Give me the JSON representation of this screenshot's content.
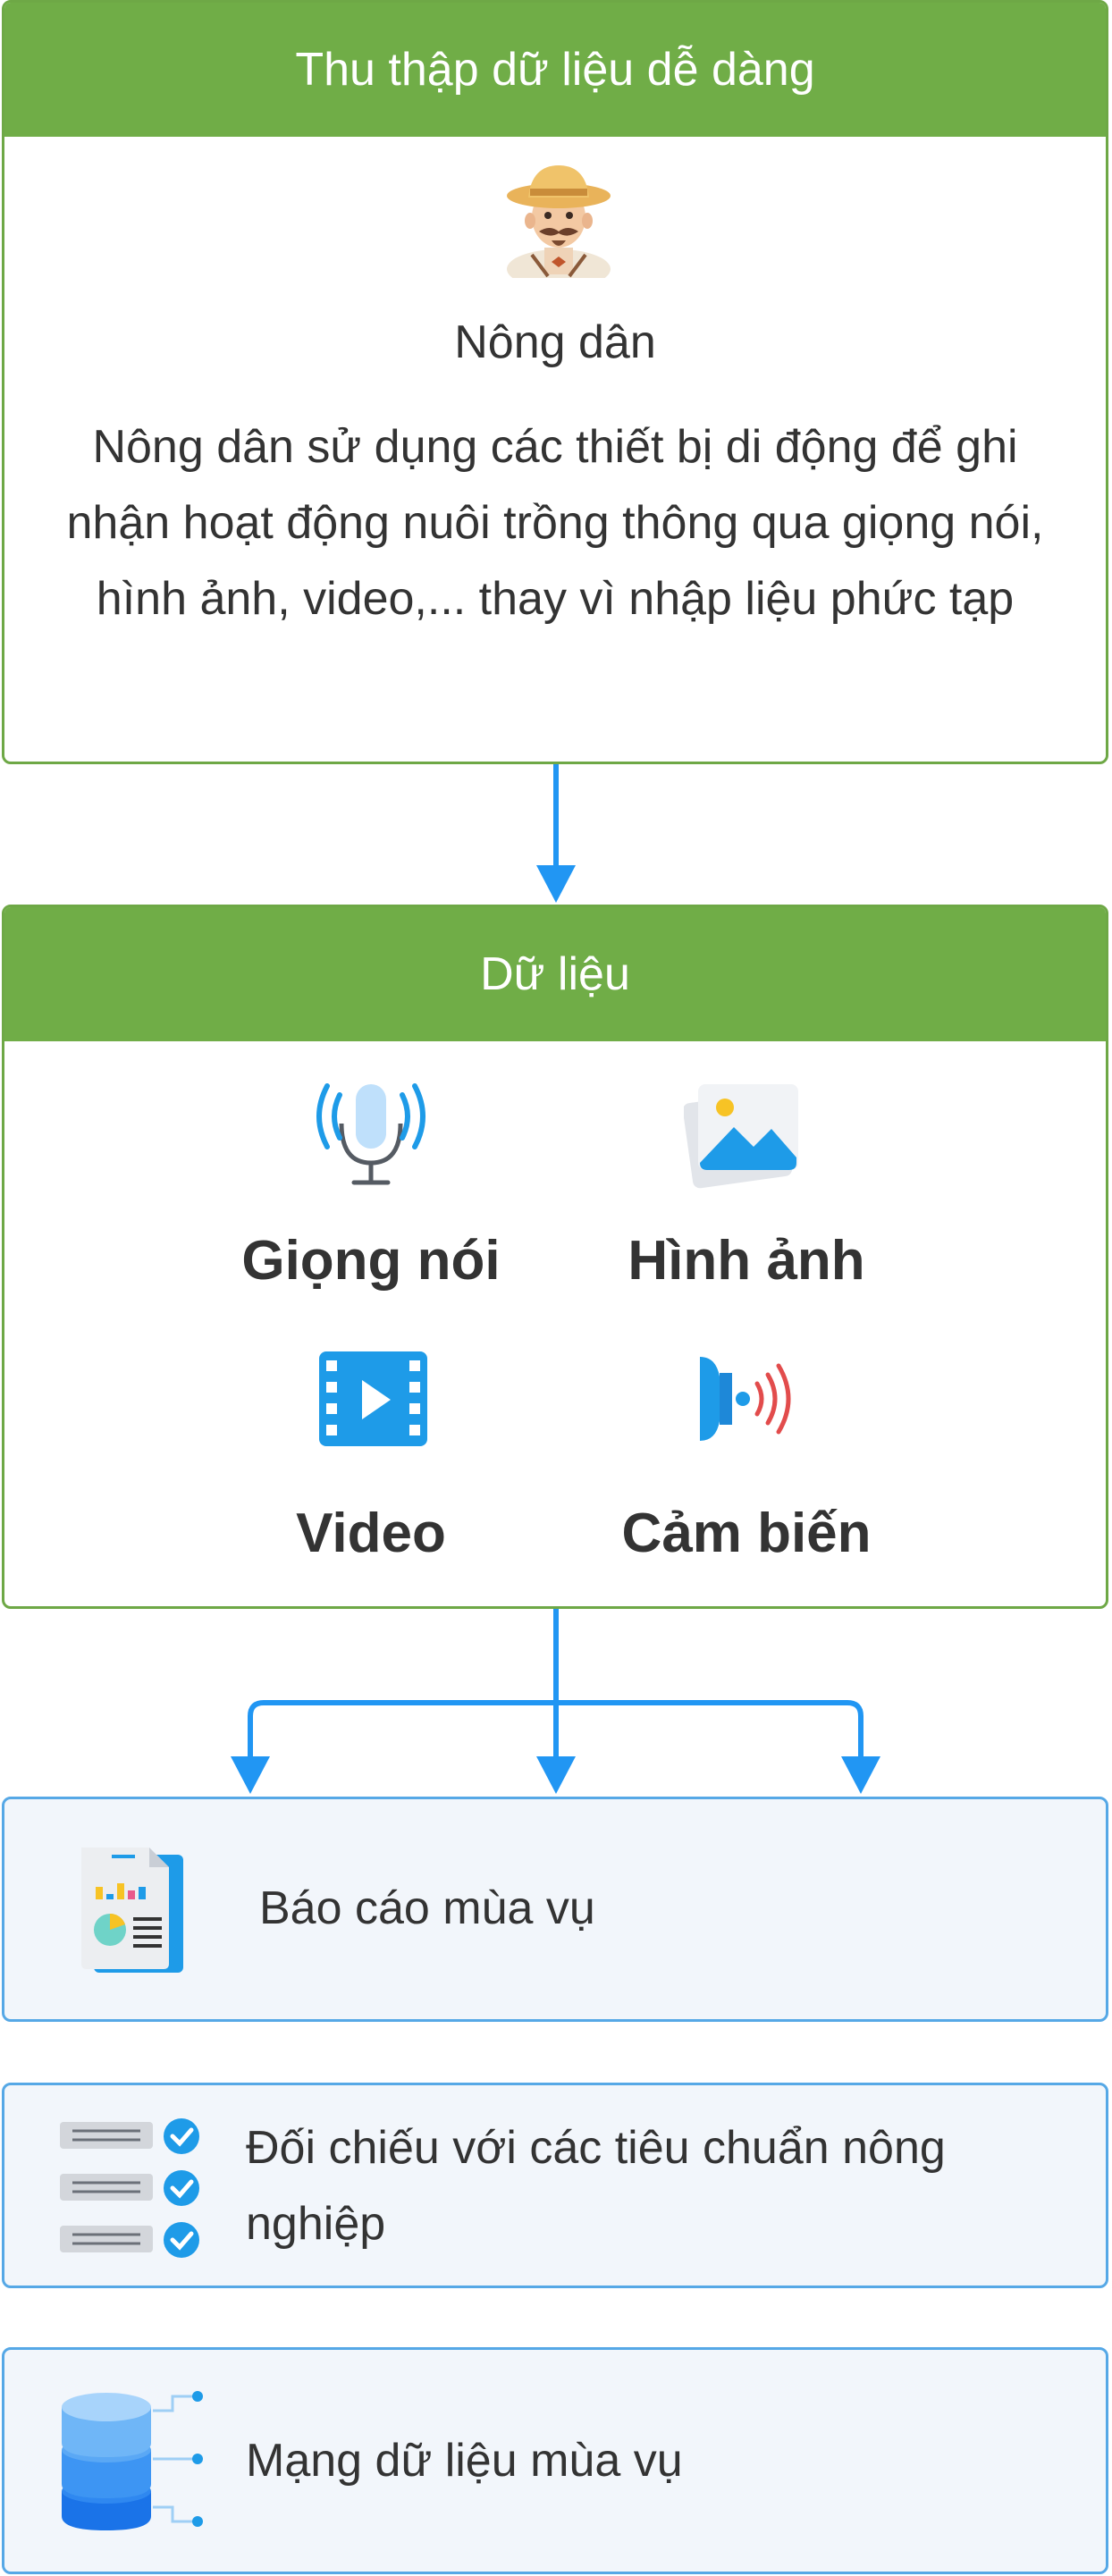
{
  "collect": {
    "header": "Thu thập dữ liệu dễ dàng",
    "actor_icon": "farmer-icon",
    "actor_title": "Nông dân",
    "description": "Nông dân sử dụng các thiết bị di động để ghi nhận hoạt động nuôi trồng thông qua giọng nói, hình ảnh, video,... thay vì nhập liệu phức tạp"
  },
  "data": {
    "header": "Dữ liệu",
    "items": [
      {
        "label": "Giọng nói",
        "icon": "microphone-icon"
      },
      {
        "label": "Hình ảnh",
        "icon": "image-icon"
      },
      {
        "label": "Video",
        "icon": "video-icon"
      },
      {
        "label": "Cảm biến",
        "icon": "sensor-icon"
      }
    ]
  },
  "outputs": [
    {
      "label": "Báo cáo mùa vụ",
      "icon": "report-icon"
    },
    {
      "label": "Đối chiếu với các tiêu chuẩn nông nghiệp",
      "icon": "checklist-icon"
    },
    {
      "label": "Mạng dữ liệu mùa vụ",
      "icon": "database-icon"
    }
  ],
  "colors": {
    "panel_green": "#70ad47",
    "arrow_blue": "#2196f3",
    "output_border": "#56a8e6",
    "output_fill": "#f2f6fb"
  }
}
